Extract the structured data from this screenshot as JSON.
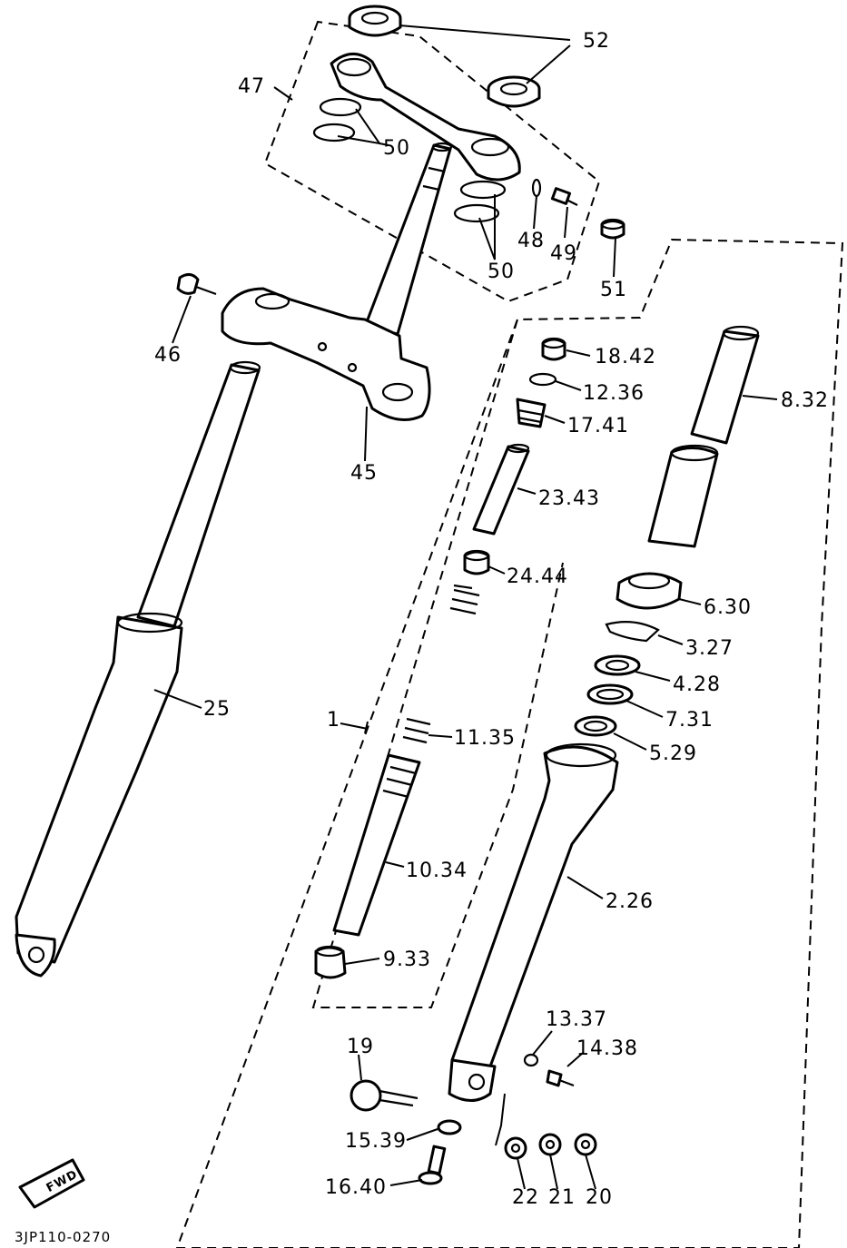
{
  "diagram": {
    "code": "3JP110-0270",
    "fwd_label": "FWD",
    "callouts": {
      "p52": "52",
      "p47": "47",
      "p50a": "50",
      "p50b": "50",
      "p48": "48",
      "p49": "49",
      "p51": "51",
      "p46": "46",
      "p45": "45",
      "p25": "25",
      "p1": "1",
      "p18_42": "18.42",
      "p12_36": "12.36",
      "p17_41": "17.41",
      "p23_43": "23.43",
      "p24_44": "24.44",
      "p11_35": "11.35",
      "p10_34": "10.34",
      "p9_33": "9.33",
      "p8_32": "8.32",
      "p6_30": "6.30",
      "p3_27": "3.27",
      "p4_28": "4.28",
      "p7_31": "7.31",
      "p5_29": "5.29",
      "p2_26": "2.26",
      "p13_37": "13.37",
      "p14_38": "14.38",
      "p19": "19",
      "p15_39": "15.39",
      "p16_40": "16.40",
      "p22": "22",
      "p21": "21",
      "p20": "20"
    }
  }
}
